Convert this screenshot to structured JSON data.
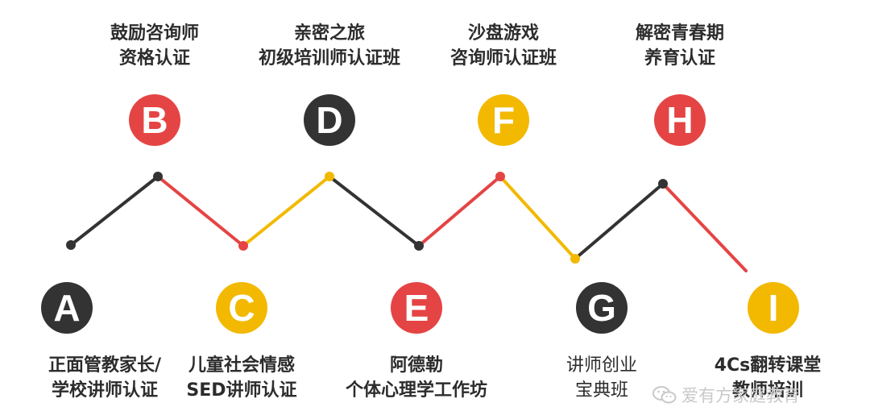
{
  "colors": {
    "dark": "#333333",
    "red": "#e54444",
    "yellow": "#f2b900"
  },
  "steps": [
    {
      "letter": "A",
      "color": "dark",
      "lines": [
        "正面管教家长/",
        "学校讲师认证"
      ]
    },
    {
      "letter": "B",
      "color": "red",
      "lines": [
        "鼓励咨询师",
        "资格认证"
      ]
    },
    {
      "letter": "C",
      "color": "yellow",
      "lines": [
        "儿童社会情感",
        "SED讲师认证"
      ]
    },
    {
      "letter": "D",
      "color": "dark",
      "lines": [
        "亲密之旅",
        "初级培训师认证班"
      ]
    },
    {
      "letter": "E",
      "color": "red",
      "lines": [
        "阿德勒",
        "个体心理学工作坊"
      ]
    },
    {
      "letter": "F",
      "color": "yellow",
      "lines": [
        "沙盘游戏",
        "咨询师认证班"
      ]
    },
    {
      "letter": "G",
      "color": "dark",
      "lines": [
        "讲师创业",
        "宝典班"
      ]
    },
    {
      "letter": "H",
      "color": "red",
      "lines": [
        "解密青春期",
        "养育认证"
      ]
    },
    {
      "letter": "I",
      "color": "yellow",
      "lines": [
        "4Cs翻转课堂",
        "教师培训"
      ]
    }
  ],
  "watermark": {
    "icon": "wechat-icon",
    "text": "爱有方家庭教育"
  }
}
